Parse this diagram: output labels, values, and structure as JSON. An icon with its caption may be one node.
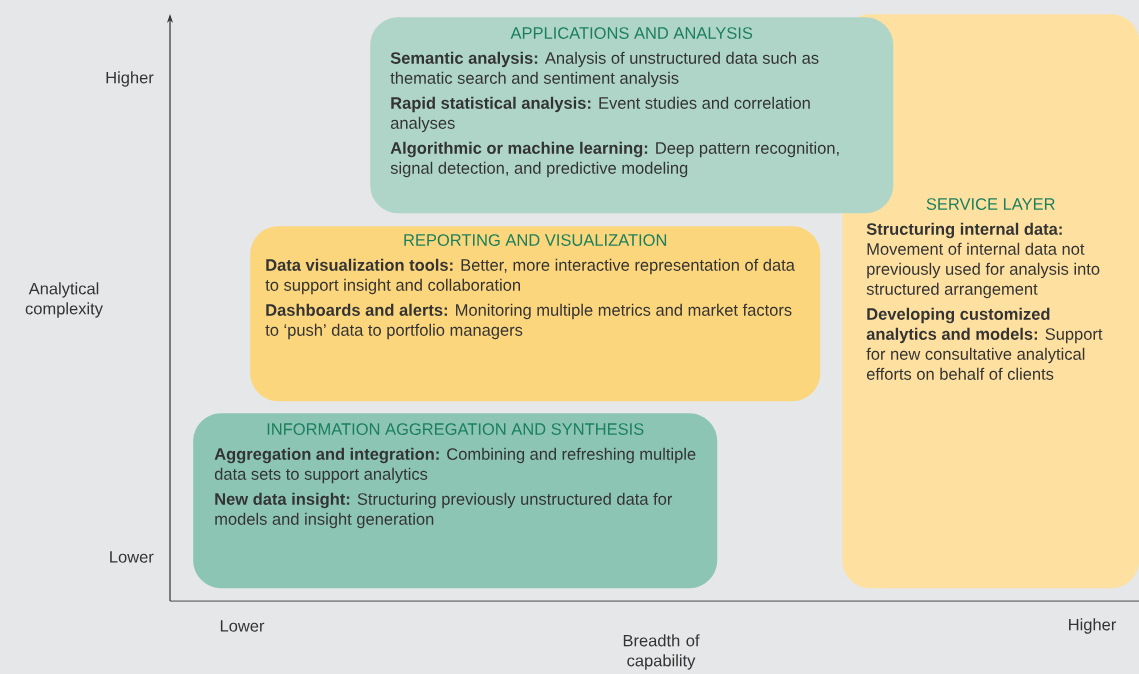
{
  "diagram": {
    "nodes": [
      {
        "text": [
          "APPLICATIONS AND ANALYSIS",
          "**Semantic analysis:** Analysis of unstructured data such as thematic search and sentiment analysis",
          "**Rapid statistical analysis:** Event studies and correlation analyses",
          "**Algorithmic or machine learning:** Deep pattern recognition, signal detection, and predictive modeling"
        ]
      },
      {
        "text": [
          "SERVICE LAYER",
          "**Structuring internal data:** Movement of internal data not previously used for analysis into structured arrangement",
          "**Developing customized analytics and models:** Support for new consultative analytical efforts on behalf of clients"
        ]
      },
      {
        "text": [
          "REPORTING AND VISUALIZATION",
          "**Data visualization tools:** Better, more interactive representation of data to support insight and collaboration",
          "**Dashboards and alerts:** Monitoring multiple metrics and market factors to ‘push’ data to portfolio managers"
        ]
      },
      {
        "text": [
          "INFORMATION AGGREGATION AND SYNTHESIS",
          "**Aggregation and integration:** Combining and refreshing multiple data sets to support analytics",
          "**New data insight:** Structuring previously unstructured data for models and insight generation"
        ]
      }
    ],
    "labels": [
      "Higher",
      "Analytical complexity",
      "Lower",
      "Lower",
      "Higher",
      "Breadth of capability"
    ]
  }
}
